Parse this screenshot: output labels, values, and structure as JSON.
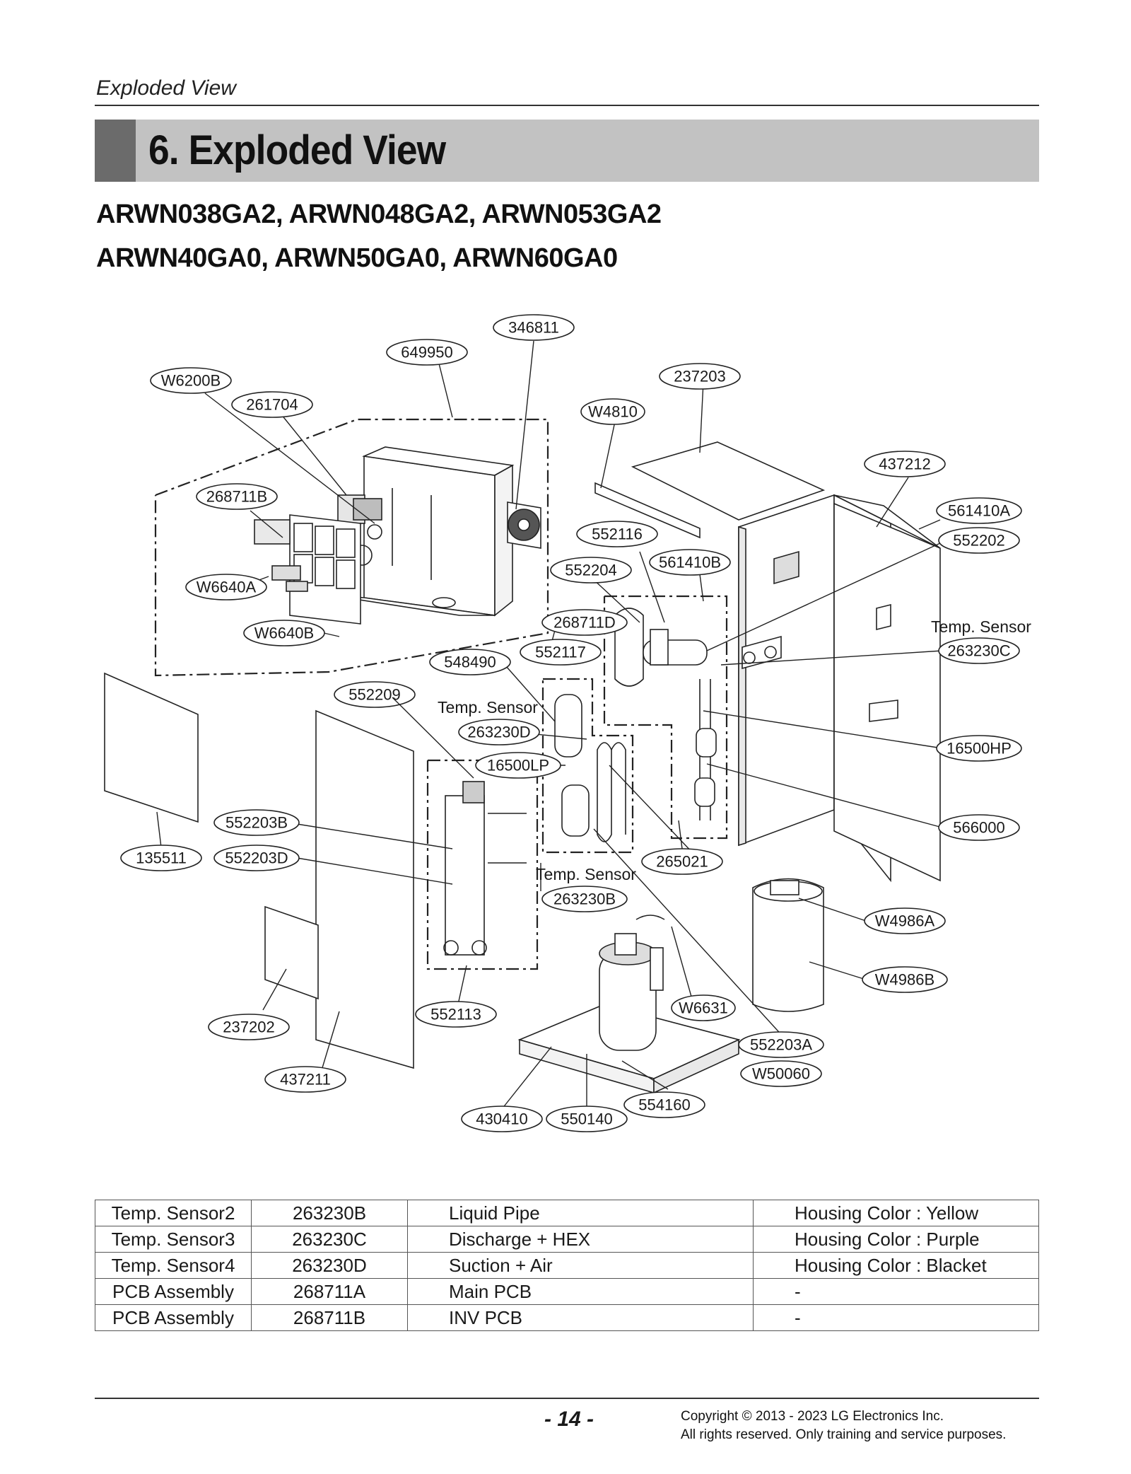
{
  "header": {
    "running_title": "Exploded View"
  },
  "section": {
    "title": "6. Exploded View"
  },
  "models": {
    "line1": "ARWN038GA2, ARWN048GA2,  ARWN053GA2",
    "line2": "ARWN40GA0,   ARWN50GA0,   ARWN60GA0"
  },
  "diagram": {
    "part_labels": {
      "p346811": "346811",
      "p649950": "649950",
      "pW6200B": "W6200B",
      "p261704": "261704",
      "p237203": "237203",
      "pW4810": "W4810",
      "p437212": "437212",
      "p268711B": "268711B",
      "p561410A": "561410A",
      "p552202": "552202",
      "p552116": "552116",
      "p561410B": "561410B",
      "p552204": "552204",
      "pW6640A": "W6640A",
      "p268711D": "268711D",
      "pW6640B": "W6640B",
      "p263230C": "263230C",
      "p552117": "552117",
      "p548490": "548490",
      "p552209": "552209",
      "p263230D": "263230D",
      "p16500HP": "16500HP",
      "p16500LP": "16500LP",
      "p552203B": "552203B",
      "p566000": "566000",
      "p135511": "135511",
      "p552203D": "552203D",
      "p265021": "265021",
      "p263230B": "263230B",
      "pW4986A": "W4986A",
      "pW4986B": "W4986B",
      "p237202": "237202",
      "p552113": "552113",
      "pW6631": "W6631",
      "p552203A": "552203A",
      "pW50060": "W50060",
      "p437211": "437211",
      "p554160": "554160",
      "p430410": "430410",
      "p550140": "550140"
    },
    "sensor_text": "Temp. Sensor"
  },
  "parts_table": {
    "rows": [
      {
        "name": "Temp. Sensor2",
        "code": "263230B",
        "desc": "Liquid Pipe",
        "note": "Housing Color : Yellow"
      },
      {
        "name": "Temp. Sensor3",
        "code": "263230C",
        "desc": "Discharge + HEX",
        "note": "Housing Color : Purple"
      },
      {
        "name": "Temp. Sensor4",
        "code": "263230D",
        "desc": "Suction + Air",
        "note": "Housing Color : Blacket"
      },
      {
        "name": "PCB Assembly",
        "code": "268711A",
        "desc": "Main PCB",
        "note": "-"
      },
      {
        "name": "PCB Assembly",
        "code": "268711B",
        "desc": "INV PCB",
        "note": "-"
      }
    ]
  },
  "footer": {
    "page_number": "- 14 -",
    "copyright_line1": "Copyright © 2013 - 2023 LG Electronics Inc.",
    "copyright_line2": "All rights reserved. Only training and service purposes."
  }
}
